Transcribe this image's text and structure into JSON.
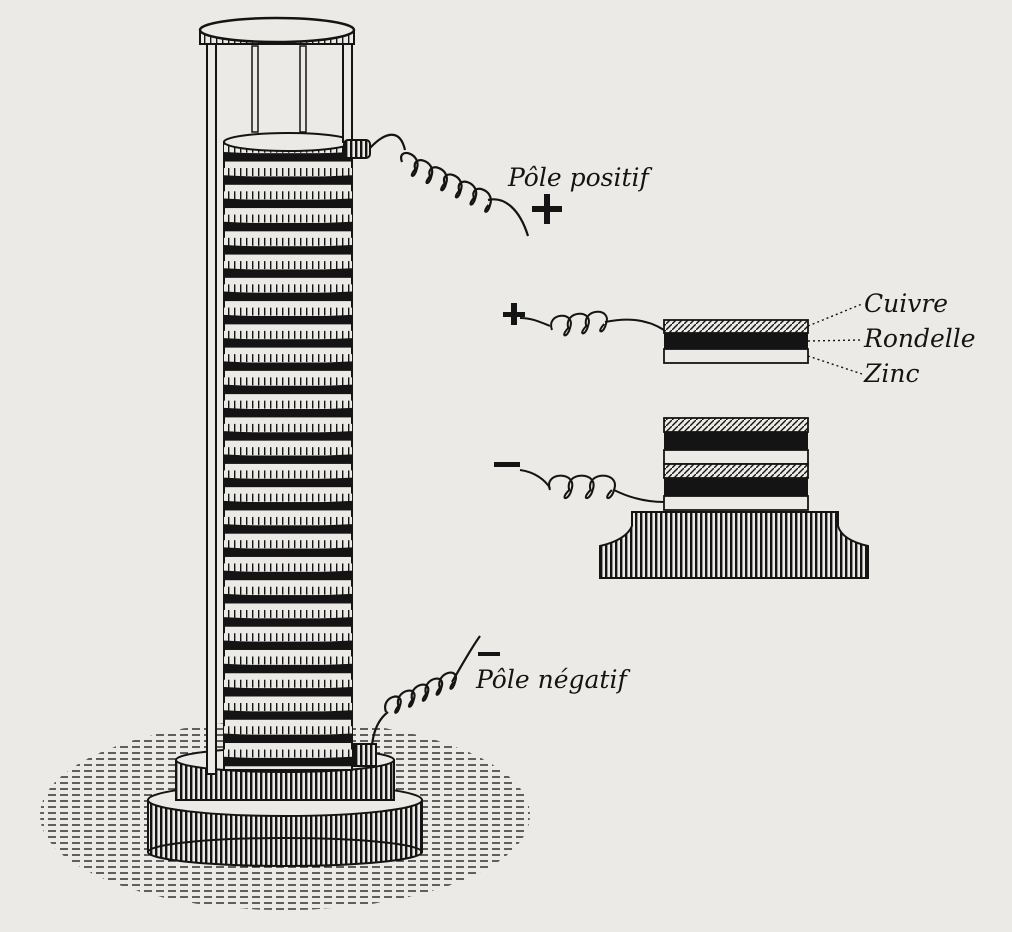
{
  "labels": {
    "positive_pole": "Pôle positif",
    "negative_pole": "Pôle négatif",
    "copper": "Cuivre",
    "washer": "Rondelle",
    "zinc": "Zinc"
  },
  "symbols": {
    "plus": "+",
    "minus": "−"
  },
  "colors": {
    "ink": "#141414",
    "paper": "#eceae6"
  }
}
